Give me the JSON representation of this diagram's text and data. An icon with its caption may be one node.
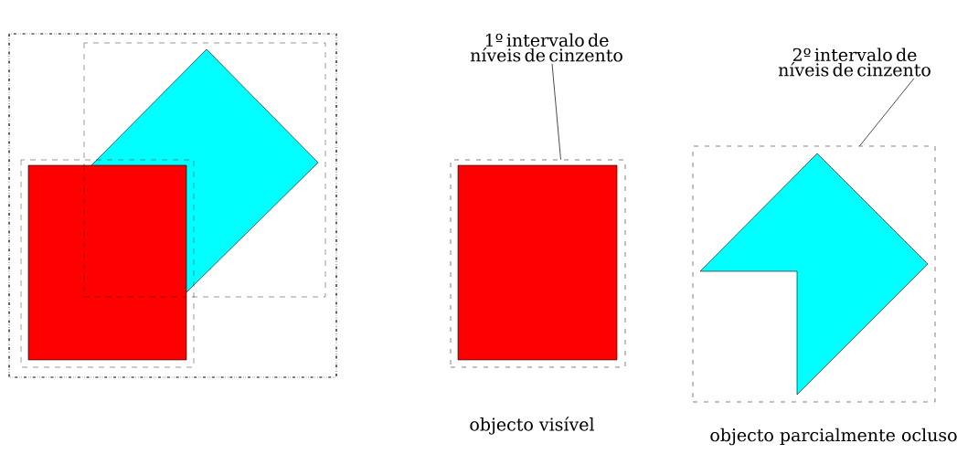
{
  "diagram": {
    "nodes": [
      {
        "text": [
          "1º intervalo de níveis de cinzento"
        ]
      },
      {
        "text": [],
        "shape": "box"
      },
      {
        "text": [
          "2º intervalo de níveis de cinzento"
        ]
      },
      {
        "text": [],
        "shape": "box"
      }
    ],
    "edges": [
      {
        "from": 0,
        "to": 1,
        "arrow": "none"
      },
      {
        "from": 2,
        "to": 3,
        "arrow": "none"
      }
    ],
    "labels": [
      "objecto visível",
      "objecto parcialmente ocluso"
    ]
  }
}
